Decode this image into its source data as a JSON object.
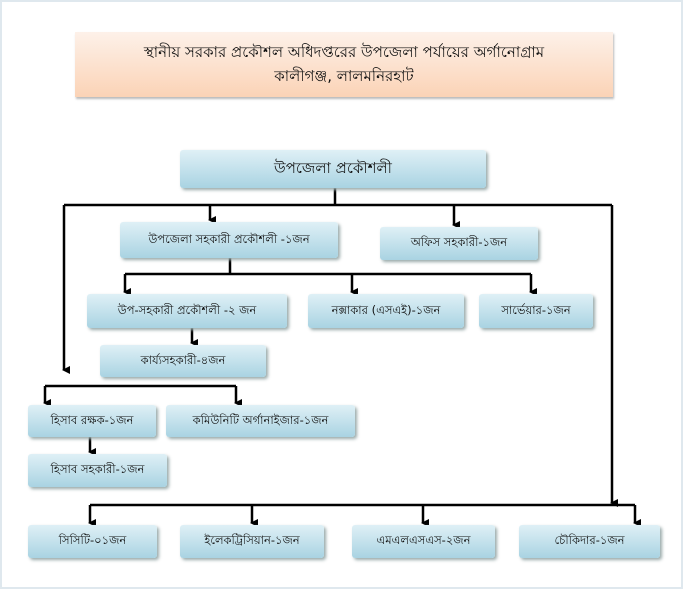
{
  "title": {
    "line1": "স্থানীয় সরকার প্রকৌশল অধিদপ্তরের উপজেলা পর্যায়ের অর্গানোগ্রাম",
    "line2": "কালীগঞ্জ, লালমনিরহাট"
  },
  "nodes": {
    "head": "উপজেলা প্রকৌশলী",
    "asst_engineer": "উপজেলা সহকারী প্রকৌশলী -১জন",
    "office_asst": "অফিস সহকারী-১জন",
    "sub_asst_engineer": "উপ-সহকারী প্রকৌশলী -২ জন",
    "draftsman": "নক্সাকার (এসএই)-১জন",
    "surveyor": "সার্ভেয়ার-১জন",
    "work_asst": "কার্য্যসহকারী-৪জন",
    "accountant": "হিসাব রক্ষক-১জন",
    "community_org": "কমিউনিটি অর্গানাইজার-১জন",
    "accounts_asst": "হিসাব সহকারী-১জন",
    "cct": "সিসিটি-০১জন",
    "electrician": "ইলেকট্রিসিয়ান-১জন",
    "mlss": "এমএলএসএস-২জন",
    "guard": "চৌকিদার-১জন"
  }
}
